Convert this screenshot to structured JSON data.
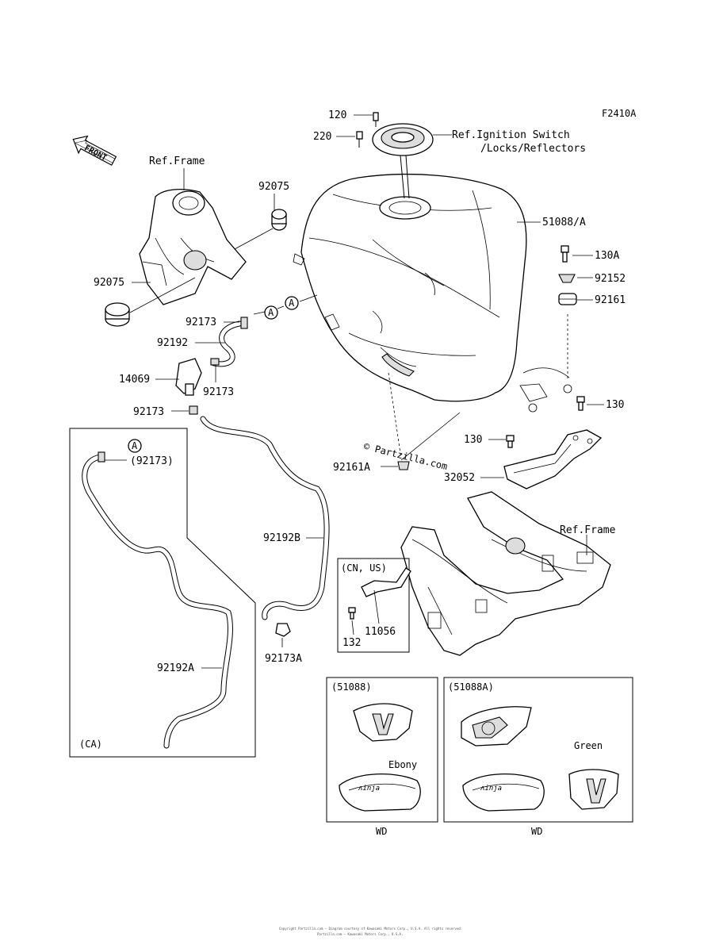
{
  "diagram_code": "F2410A",
  "front_label": "FRONT",
  "watermark": "© Partzilla.com",
  "callouts": {
    "c120": "120",
    "c220": "220",
    "ignition_ref_1": "Ref.Ignition Switch",
    "ignition_ref_2": "/Locks/Reflectors",
    "ref_frame_top": "Ref.Frame",
    "c92075_top": "92075",
    "c92075_left": "92075",
    "c51088a": "51088/A",
    "c130a": "130A",
    "c92152": "92152",
    "c92161": "92161",
    "c92173_a": "92173",
    "c92192": "92192",
    "c14069": "14069",
    "c92173_b": "92173",
    "c92173_c": "92173",
    "c130_right": "130",
    "c130_mid": "130",
    "c92161a": "92161A",
    "c32052": "32052",
    "ref_frame_bottom": "Ref.Frame",
    "c92192b": "92192B",
    "c92173a": "92173A",
    "c92192a": "92192A",
    "ca_92173": "(92173)",
    "c11056": "11056",
    "c132": "132"
  },
  "markers": {
    "a1": "A",
    "a2": "A",
    "a3": "A"
  },
  "insets": {
    "ca": "(CA)",
    "cn_us": "(CN, US)",
    "v51088": "(51088)",
    "v51088a": "(51088A)",
    "ebony": "Ebony",
    "green": "Green",
    "wd_left": "WD",
    "wd_right": "WD"
  },
  "footer_line_1": "Copyright Partzilla.com — Diagram courtesy of Kawasaki Motors Corp., U.S.A. All rights reserved.",
  "footer_line_2": "Partzilla.com — Kawasaki Motors Corp., U.S.A."
}
